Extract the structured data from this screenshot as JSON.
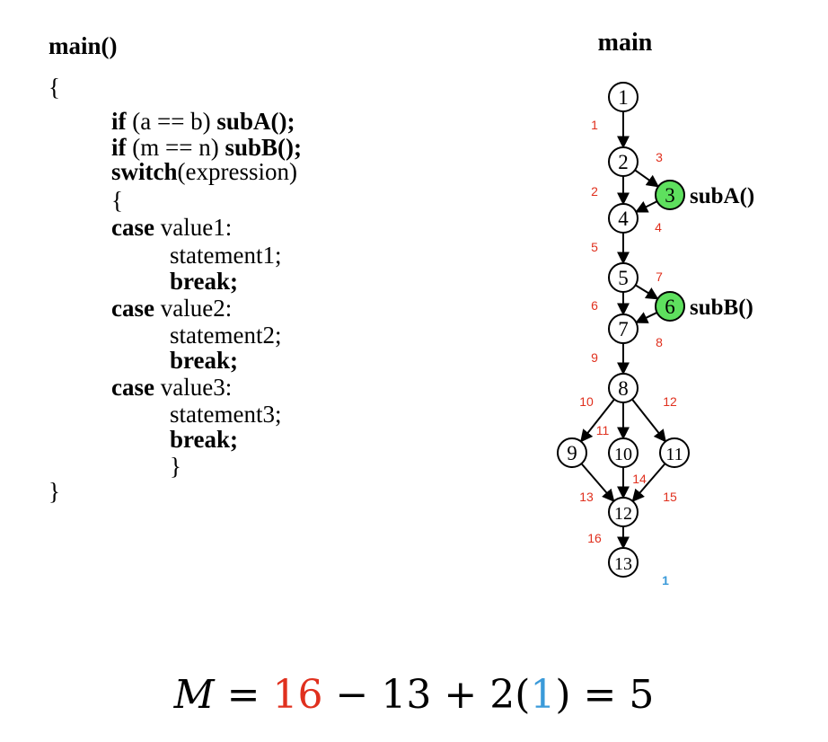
{
  "code": {
    "lines": [
      {
        "indent": 0,
        "parts": [
          {
            "t": "main()",
            "b": true
          }
        ]
      },
      {
        "indent": 0,
        "parts": [
          {
            "t": "{",
            "b": false
          }
        ]
      },
      {
        "indent": 1,
        "parts": [
          {
            "t": "if",
            "b": true
          },
          {
            "t": " (a == b) ",
            "b": false
          },
          {
            "t": "subA();",
            "b": true
          }
        ]
      },
      {
        "indent": 1,
        "parts": [
          {
            "t": "if",
            "b": true
          },
          {
            "t": " (m == n) ",
            "b": false
          },
          {
            "t": "subB();",
            "b": true
          }
        ]
      },
      {
        "indent": 1,
        "parts": [
          {
            "t": "switch",
            "b": true
          },
          {
            "t": "(expression)",
            "b": false
          }
        ]
      },
      {
        "indent": 1,
        "parts": [
          {
            "t": "{",
            "b": false
          }
        ]
      },
      {
        "indent": 1,
        "parts": [
          {
            "t": "case",
            "b": true
          },
          {
            "t": " value1:",
            "b": false
          }
        ]
      },
      {
        "indent": 2,
        "parts": [
          {
            "t": "statement1;",
            "b": false
          }
        ]
      },
      {
        "indent": 2,
        "parts": [
          {
            "t": "break;",
            "b": true
          }
        ]
      },
      {
        "indent": 1,
        "parts": [
          {
            "t": "case",
            "b": true
          },
          {
            "t": " value2:",
            "b": false
          }
        ]
      },
      {
        "indent": 2,
        "parts": [
          {
            "t": "statement2;",
            "b": false
          }
        ]
      },
      {
        "indent": 2,
        "parts": [
          {
            "t": "break;",
            "b": true
          }
        ]
      },
      {
        "indent": 1,
        "parts": [
          {
            "t": "case",
            "b": true
          },
          {
            "t": " value3:",
            "b": false
          }
        ]
      },
      {
        "indent": 2,
        "parts": [
          {
            "t": "statement3;",
            "b": false
          }
        ]
      },
      {
        "indent": 2,
        "parts": [
          {
            "t": "break;",
            "b": true
          }
        ]
      },
      {
        "indent": 2,
        "parts": [
          {
            "t": "}",
            "b": false
          }
        ]
      },
      {
        "indent": 0,
        "parts": [
          {
            "t": "}",
            "b": false
          }
        ]
      }
    ]
  },
  "graph": {
    "title": "main",
    "nodes": [
      {
        "id": "1",
        "label": "1",
        "highlight": false
      },
      {
        "id": "2",
        "label": "2",
        "highlight": false
      },
      {
        "id": "3",
        "label": "3",
        "highlight": true,
        "caption": "subA()"
      },
      {
        "id": "4",
        "label": "4",
        "highlight": false
      },
      {
        "id": "5",
        "label": "5",
        "highlight": false
      },
      {
        "id": "6",
        "label": "6",
        "highlight": true,
        "caption": "subB()"
      },
      {
        "id": "7",
        "label": "7",
        "highlight": false
      },
      {
        "id": "8",
        "label": "8",
        "highlight": false
      },
      {
        "id": "9",
        "label": "9",
        "highlight": false
      },
      {
        "id": "10",
        "label": "10",
        "highlight": false
      },
      {
        "id": "11",
        "label": "11",
        "highlight": false
      },
      {
        "id": "12",
        "label": "12",
        "highlight": false
      },
      {
        "id": "13",
        "label": "13",
        "highlight": false
      }
    ],
    "edges": [
      {
        "from": "1",
        "to": "2",
        "label": "1"
      },
      {
        "from": "2",
        "to": "4",
        "label": "2"
      },
      {
        "from": "2",
        "to": "3",
        "label": "3"
      },
      {
        "from": "3",
        "to": "4",
        "label": "4"
      },
      {
        "from": "4",
        "to": "5",
        "label": "5"
      },
      {
        "from": "5",
        "to": "7",
        "label": "6"
      },
      {
        "from": "5",
        "to": "6",
        "label": "7"
      },
      {
        "from": "6",
        "to": "7",
        "label": "8"
      },
      {
        "from": "7",
        "to": "8",
        "label": "9"
      },
      {
        "from": "8",
        "to": "9",
        "label": "10"
      },
      {
        "from": "8",
        "to": "10",
        "label": "11"
      },
      {
        "from": "8",
        "to": "11",
        "label": "12"
      },
      {
        "from": "9",
        "to": "12",
        "label": "13"
      },
      {
        "from": "10",
        "to": "12",
        "label": "14"
      },
      {
        "from": "11",
        "to": "12",
        "label": "15"
      },
      {
        "from": "12",
        "to": "13",
        "label": "16"
      }
    ],
    "components_label": "1",
    "colors": {
      "edge_label": "#e0301e",
      "component": "#3a9ad9",
      "highlight_fill": "#5ee05e"
    }
  },
  "formula": {
    "lhs": "M",
    "eq1": " = ",
    "edges": "16",
    "minus": " − 13 + 2(",
    "components": "1",
    "rest": ") = 5"
  }
}
